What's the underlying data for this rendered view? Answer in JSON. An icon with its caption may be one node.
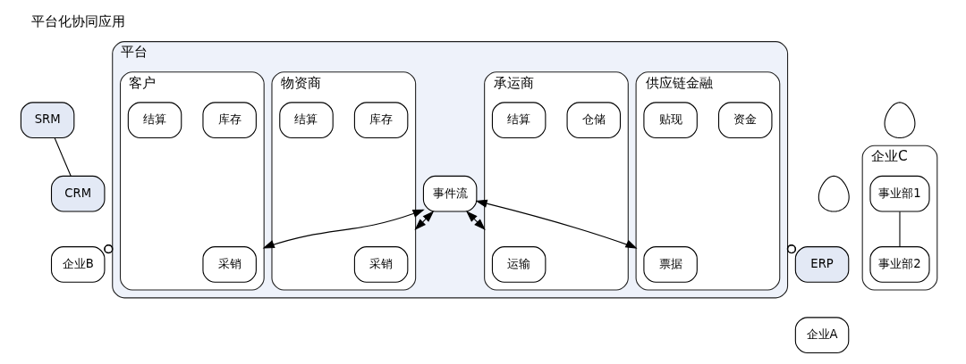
{
  "diagram": {
    "title": "平台化协同应用",
    "nodes": [
      {
        "text": [
          "平台"
        ]
      },
      {
        "text": [
          "事件流"
        ],
        "in": 0
      },
      {
        "text": [
          "客户"
        ],
        "in": 0
      },
      {
        "text": [
          "采销"
        ],
        "in": 2
      },
      {
        "text": [
          "库存"
        ],
        "in": 2
      },
      {
        "text": [
          "结算"
        ],
        "in": 2
      },
      {
        "text": [
          "物资商"
        ],
        "in": 0
      },
      {
        "text": [
          "采销"
        ],
        "in": 6
      },
      {
        "text": [
          "库存"
        ],
        "in": 6
      },
      {
        "text": [
          "结算"
        ],
        "in": 6
      },
      {
        "text": [
          "承运商"
        ],
        "in": 0
      },
      {
        "text": [
          "运输"
        ],
        "in": 10
      },
      {
        "text": [
          "仓储"
        ],
        "in": 10
      },
      {
        "text": [
          "结算"
        ],
        "in": 10
      },
      {
        "text": [
          "供应链金融"
        ],
        "in": 0
      },
      {
        "text": [
          "票据"
        ],
        "in": 14
      },
      {
        "text": [
          "资金"
        ],
        "in": 14
      },
      {
        "text": [
          "贴现"
        ],
        "in": 14
      },
      {
        "text": [
          "企业A"
        ]
      },
      {
        "text": [
          "ERP"
        ]
      },
      {
        "text": [
          "企业B"
        ]
      },
      {
        "text": [
          "SRM"
        ]
      },
      {
        "text": [
          "CRM"
        ]
      },
      {
        "text": [
          "企业C"
        ]
      },
      {
        "text": [
          "事业部1"
        ],
        "in": 23
      },
      {
        "text": [
          "事业部2"
        ],
        "in": 23
      },
      {
        "text": [],
        "shape": "person"
      },
      {
        "text": [],
        "shape": "person"
      }
    ],
    "edges": [
      {
        "from": 1,
        "to": 2,
        "arrow": "both"
      },
      {
        "from": 1,
        "to": 6,
        "arrow": "both"
      },
      {
        "from": 1,
        "to": 10,
        "arrow": "both"
      },
      {
        "from": 1,
        "to": 14,
        "arrow": "both"
      },
      {
        "from": 0,
        "to": 19,
        "arrow": "other"
      },
      {
        "from": 0,
        "to": 20,
        "arrow": "other"
      },
      {
        "from": 21,
        "to": 22,
        "arrow": "none"
      },
      {
        "from": 24,
        "to": 25,
        "arrow": "none"
      }
    ]
  }
}
